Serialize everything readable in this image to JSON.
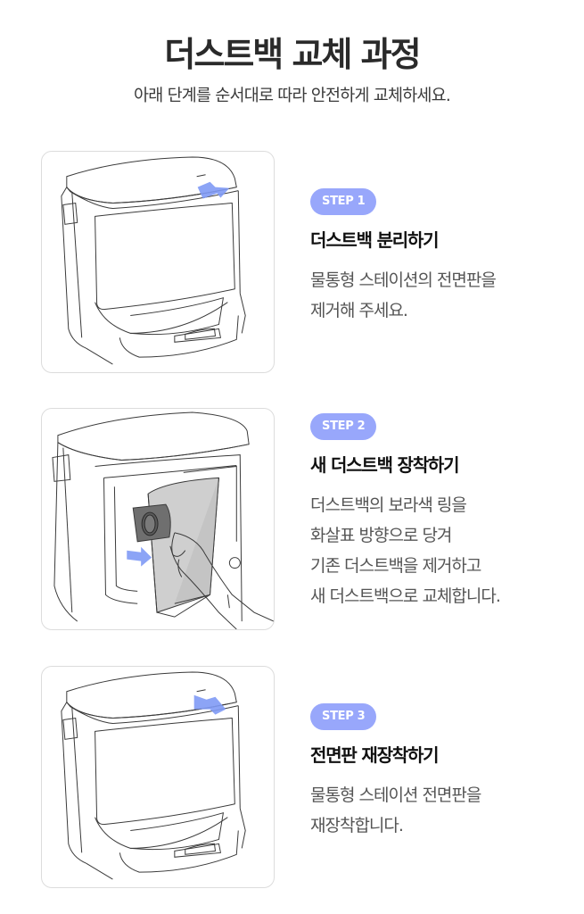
{
  "header": {
    "title": "더스트백 교체 과정",
    "subtitle": "아래 단계를 순서대로 따라 안전하게 교체하세요."
  },
  "colors": {
    "badge": "#98a7fb",
    "arrow": "#7f9af5",
    "title_text": "#2a2a2a",
    "desc_text": "#555555",
    "card_border": "#dcdcdc"
  },
  "steps": [
    {
      "badge": "STEP 1",
      "title": "더스트백 분리하기",
      "desc_lines": [
        "물통형 스테이션의 전면판을",
        "제거해 주세요."
      ],
      "illustration": "station-front-panel-removal-arrow-right"
    },
    {
      "badge": "STEP 2",
      "title": "새 더스트백 장착하기",
      "desc_lines": [
        "더스트백의 보라색 링을",
        "화살표 방향으로 당겨",
        "기존 더스트백을 제거하고",
        "새 더스트백으로 교체합니다."
      ],
      "illustration": "hand-pulling-dust-bag-arrow"
    },
    {
      "badge": "STEP 3",
      "title": "전면판 재장착하기",
      "desc_lines": [
        "물통형 스테이션 전면판을",
        "재장착합니다."
      ],
      "illustration": "station-front-panel-reattach-arrow-left"
    }
  ]
}
